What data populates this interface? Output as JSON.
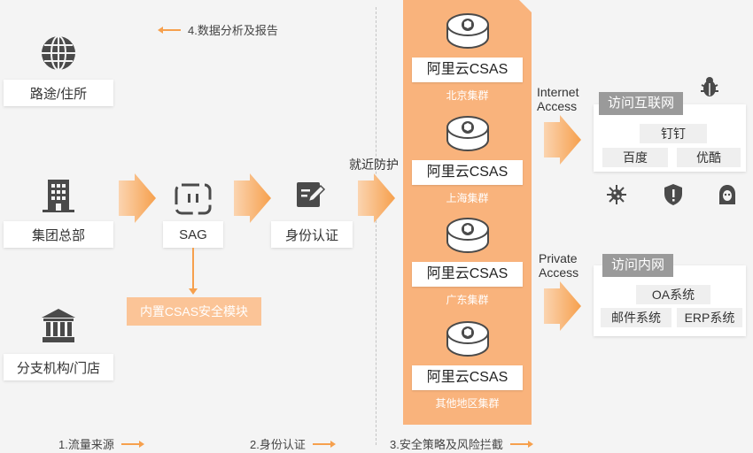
{
  "sources": {
    "road": "路途/住所",
    "hq": "集团总部",
    "branch": "分支机构/门店"
  },
  "sag": {
    "label": "SAG",
    "note": "内置CSAS安全模块"
  },
  "identity": {
    "label": "身份认证"
  },
  "nearby_label": "就近防护",
  "report_label": "4.数据分析及报告",
  "clusters": [
    {
      "title": "阿里云CSAS",
      "sub": "北京集群"
    },
    {
      "title": "阿里云CSAS",
      "sub": "上海集群"
    },
    {
      "title": "阿里云CSAS",
      "sub": "广东集群"
    },
    {
      "title": "阿里云CSAS",
      "sub": "其他地区集群"
    }
  ],
  "internet": {
    "access_label_1": "Internet",
    "access_label_2": "Access",
    "title": "访问互联网",
    "items": [
      "钉钉",
      "百度",
      "优酷"
    ]
  },
  "private": {
    "access_label_1": "Private",
    "access_label_2": "Access",
    "title": "访问内网",
    "items": [
      "OA系统",
      "邮件系统",
      "ERP系统"
    ]
  },
  "legend": {
    "step1": "1.流量来源",
    "step2": "2.身份认证",
    "step3": "3.安全策略及风险拦截"
  },
  "colors": {
    "accent": "#f6a04d",
    "column": "#f9b37c",
    "icon": "#4a4a4a"
  },
  "icons": [
    "globe-icon",
    "building-icon",
    "bank-icon",
    "sag-device-icon",
    "edit-form-icon",
    "disk-icon",
    "bug-icon",
    "virus-icon",
    "shield-icon",
    "hacker-icon"
  ]
}
